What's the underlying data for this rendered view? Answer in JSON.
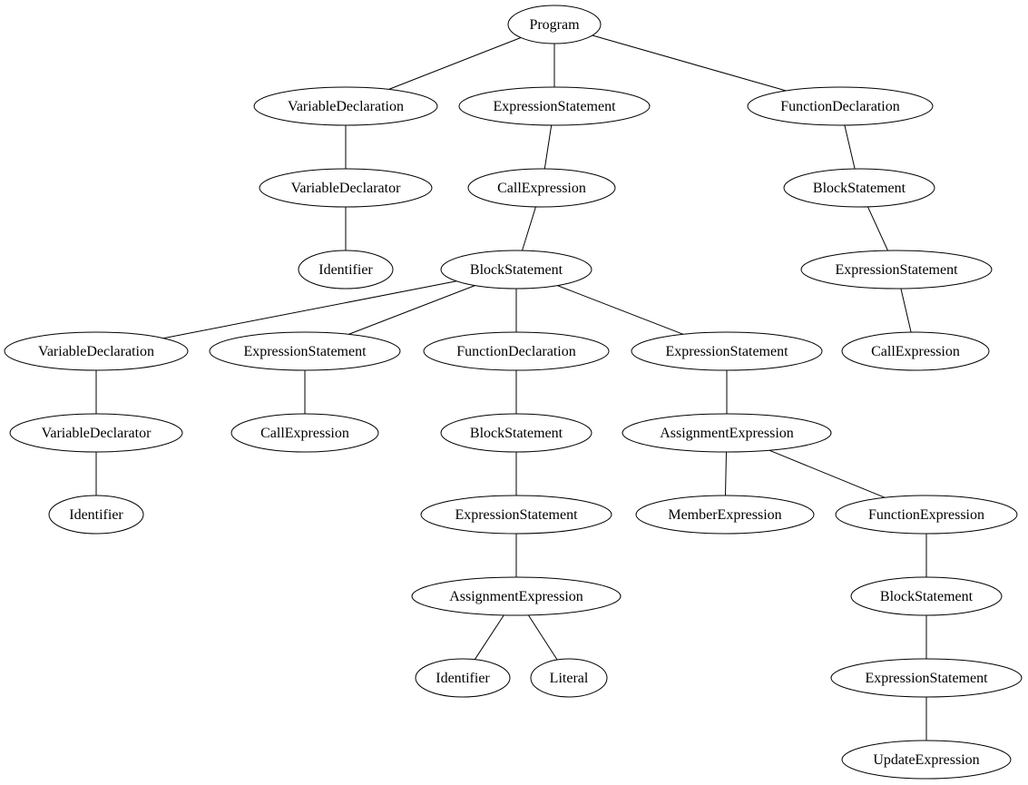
{
  "diagram": {
    "nodes": [
      {
        "id": "n0",
        "label": "Program"
      },
      {
        "id": "n1",
        "label": "VariableDeclaration"
      },
      {
        "id": "n2",
        "label": "ExpressionStatement"
      },
      {
        "id": "n3",
        "label": "FunctionDeclaration"
      },
      {
        "id": "n4",
        "label": "VariableDeclarator"
      },
      {
        "id": "n5",
        "label": "CallExpression"
      },
      {
        "id": "n6",
        "label": "BlockStatement"
      },
      {
        "id": "n7",
        "label": "Identifier"
      },
      {
        "id": "n8",
        "label": "BlockStatement"
      },
      {
        "id": "n9",
        "label": "ExpressionStatement"
      },
      {
        "id": "n10",
        "label": "VariableDeclaration"
      },
      {
        "id": "n11",
        "label": "ExpressionStatement"
      },
      {
        "id": "n12",
        "label": "FunctionDeclaration"
      },
      {
        "id": "n13",
        "label": "ExpressionStatement"
      },
      {
        "id": "n14",
        "label": "CallExpression"
      },
      {
        "id": "n15",
        "label": "VariableDeclarator"
      },
      {
        "id": "n16",
        "label": "CallExpression"
      },
      {
        "id": "n17",
        "label": "BlockStatement"
      },
      {
        "id": "n18",
        "label": "AssignmentExpression"
      },
      {
        "id": "n19",
        "label": "Identifier"
      },
      {
        "id": "n20",
        "label": "ExpressionStatement"
      },
      {
        "id": "n21",
        "label": "MemberExpression"
      },
      {
        "id": "n22",
        "label": "FunctionExpression"
      },
      {
        "id": "n23",
        "label": "AssignmentExpression"
      },
      {
        "id": "n24",
        "label": "BlockStatement"
      },
      {
        "id": "n25",
        "label": "Identifier"
      },
      {
        "id": "n26",
        "label": "Literal"
      },
      {
        "id": "n27",
        "label": "ExpressionStatement"
      },
      {
        "id": "n28",
        "label": "UpdateExpression"
      }
    ],
    "edges": [
      [
        "n0",
        "n1"
      ],
      [
        "n0",
        "n2"
      ],
      [
        "n0",
        "n3"
      ],
      [
        "n1",
        "n4"
      ],
      [
        "n4",
        "n7"
      ],
      [
        "n2",
        "n5"
      ],
      [
        "n5",
        "n8"
      ],
      [
        "n3",
        "n6"
      ],
      [
        "n6",
        "n9"
      ],
      [
        "n9",
        "n14"
      ],
      [
        "n8",
        "n10"
      ],
      [
        "n8",
        "n11"
      ],
      [
        "n8",
        "n12"
      ],
      [
        "n8",
        "n13"
      ],
      [
        "n10",
        "n15"
      ],
      [
        "n15",
        "n19"
      ],
      [
        "n11",
        "n16"
      ],
      [
        "n12",
        "n17"
      ],
      [
        "n17",
        "n20"
      ],
      [
        "n20",
        "n23"
      ],
      [
        "n23",
        "n25"
      ],
      [
        "n23",
        "n26"
      ],
      [
        "n13",
        "n18"
      ],
      [
        "n18",
        "n21"
      ],
      [
        "n18",
        "n22"
      ],
      [
        "n22",
        "n24"
      ],
      [
        "n24",
        "n27"
      ],
      [
        "n27",
        "n28"
      ]
    ]
  }
}
